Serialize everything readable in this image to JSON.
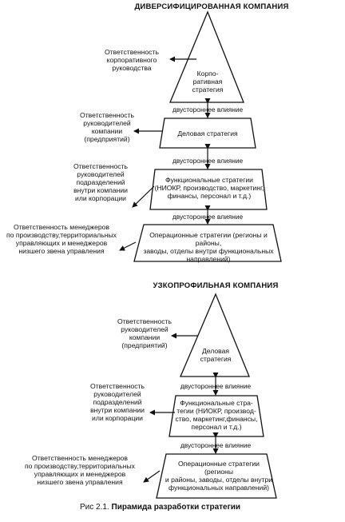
{
  "diversified": {
    "title": "ДИВЕРСИФИЦИРОВАННАЯ КОМПАНИЯ",
    "levels": [
      {
        "text": "Корпо-\nративная\nстратегия"
      },
      {
        "text": "Деловая стратегия"
      },
      {
        "text": "Функциональные стратегии\n(НИОКР, производство, маркетинг,\nфинансы, персонал и т.д.)"
      },
      {
        "text": "Операционные стратегии (регионы и районы,\nзаводы, отделы внутри функциональных\nнаправлений)"
      }
    ],
    "responsibilities": [
      "Ответственность\nкорпоративного\nруководства",
      "Ответственность\nруководителей\nкомпании\n(предприятий)",
      "Ответственность\nруководителей\nподразделений\nвнутри компании\nили корпорации",
      "Ответственность менеджеров\nпо производству,территориальных\nуправляющих и менеджеров\nнизшего звена управления"
    ],
    "influences": [
      "двустороннее влияние",
      "двустороннее влияние",
      "двустороннее влияние"
    ]
  },
  "specialized": {
    "title": "УЗКОПРОФИЛЬНАЯ КОМПАНИЯ",
    "levels": [
      {
        "text": "Деловая\nстратегия"
      },
      {
        "text": "Функциональные стра-\nтегии (НИОКР, производ-\nство, маркетинг,финансы,\nперсонал и т.д.)"
      },
      {
        "text": "Операционные стратегии (регионы\nи районы, заводы, отделы внутри\nфункциональных направлений)"
      }
    ],
    "responsibilities": [
      "Ответственность\nруководителей\nкомпании\n(предприятий)",
      "Ответственность\nруководителей\nподразделений\nвнутри компании\nили корпорации",
      "Ответственность менеджеров\nпо производству,территориальных\nуправляющих и менеджеров\nнизшего звена управления"
    ],
    "influences": [
      "двустороннее влияние",
      "двустороннее влияние"
    ]
  },
  "caption": {
    "prefix": "Рис 2.1.",
    "title": "Пирамида разработки стратегии"
  }
}
